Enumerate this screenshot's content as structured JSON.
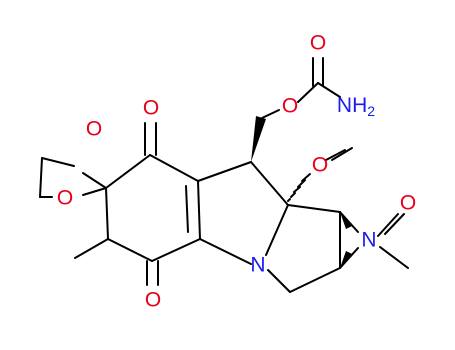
{
  "molecule": {
    "atom_labels": {
      "carbonyl_o_top": "O",
      "carbonyl_o_bottom": "O",
      "dioxolane_o_top": "O",
      "dioxolane_o_bottom": "O",
      "carbamate_ester_o": "O",
      "carbamate_carbonyl_o": "O",
      "carbamate_nh2_n": "NH",
      "carbamate_nh2_sub": "2",
      "methoxy_o": "O",
      "indoline_n": "N",
      "aziridine_n": "N",
      "acetyl_o": "O"
    },
    "colors": {
      "bond": "#000000",
      "oxygen": "#e8001a",
      "nitrogen": "#1c1cee"
    }
  }
}
